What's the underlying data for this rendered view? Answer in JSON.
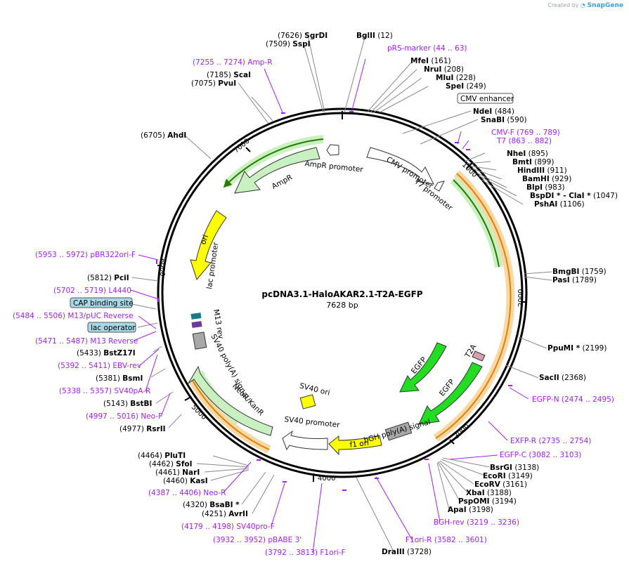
{
  "credit": {
    "prefix": "Created by",
    "brand": "SnapGene"
  },
  "plasmid": {
    "name": "pcDNA3.1-HaloAKAR2.1-T2A-EGFP",
    "length_label": "7628 bp",
    "length": 7628
  },
  "ticks": [
    "1000",
    "2000",
    "3000",
    "4000",
    "5000",
    "6000",
    "7000"
  ],
  "enzymes": [
    {
      "name": "SgrDI",
      "pos": "(7626)"
    },
    {
      "name": "SspI",
      "pos": "(7509)"
    },
    {
      "name": "BglII",
      "pos": "(12)"
    },
    {
      "name": "MfeI",
      "pos": "(161)"
    },
    {
      "name": "NruI",
      "pos": "(208)"
    },
    {
      "name": "MluI",
      "pos": "(228)"
    },
    {
      "name": "SpeI",
      "pos": "(249)"
    },
    {
      "name": "NdeI",
      "pos": "(484)"
    },
    {
      "name": "SnaBI",
      "pos": "(590)"
    },
    {
      "name": "ScaI",
      "pos": "(7185)"
    },
    {
      "name": "PvuI",
      "pos": "(7075)"
    },
    {
      "name": "AhdI",
      "pos": "(6705)"
    },
    {
      "name": "NheI",
      "pos": "(895)"
    },
    {
      "name": "BmtI",
      "pos": "(899)"
    },
    {
      "name": "HindIII",
      "pos": "(911)"
    },
    {
      "name": "BamHI",
      "pos": "(929)"
    },
    {
      "name": "BlpI",
      "pos": "(983)"
    },
    {
      "name": "BspDI * - ClaI *",
      "pos": "(1047)"
    },
    {
      "name": "PshAI",
      "pos": "(1106)"
    },
    {
      "name": "BmgBI",
      "pos": "(1759)"
    },
    {
      "name": "PasI",
      "pos": "(1789)"
    },
    {
      "name": "PciI",
      "pos": "(5812)"
    },
    {
      "name": "PpuMI *",
      "pos": "(2199)"
    },
    {
      "name": "SacII",
      "pos": "(2368)"
    },
    {
      "name": "BstZ17I",
      "pos": "(5433)"
    },
    {
      "name": "BsmI",
      "pos": "(5381)"
    },
    {
      "name": "BstBI",
      "pos": "(5143)"
    },
    {
      "name": "RsrII",
      "pos": "(4977)"
    },
    {
      "name": "PluTI",
      "pos": "(4464)"
    },
    {
      "name": "SfoI",
      "pos": "(4462)"
    },
    {
      "name": "NarI",
      "pos": "(4461)"
    },
    {
      "name": "KasI",
      "pos": "(4460)"
    },
    {
      "name": "BsrGI",
      "pos": "(3138)"
    },
    {
      "name": "EcoRI",
      "pos": "(3149)"
    },
    {
      "name": "EcoRV",
      "pos": "(3161)"
    },
    {
      "name": "XbaI",
      "pos": "(3188)"
    },
    {
      "name": "PspOMI",
      "pos": "(3194)"
    },
    {
      "name": "ApaI",
      "pos": "(3198)"
    },
    {
      "name": "BsaBI *",
      "pos": "(4320)"
    },
    {
      "name": "AvrII",
      "pos": "(4251)"
    },
    {
      "name": "DraIII",
      "pos": "(3728)"
    }
  ],
  "primers": [
    {
      "name": "pRS-marker",
      "range": "(44 .. 63)"
    },
    {
      "name": "Amp-R",
      "range": "(7255 .. 7274)"
    },
    {
      "name": "CMV-F",
      "range": "(769 .. 789)"
    },
    {
      "name": "T7",
      "range": "(863 .. 882)"
    },
    {
      "name": "pBR322ori-F",
      "range": "(5953 .. 5972)"
    },
    {
      "name": "L4440",
      "range": "(5702 .. 5719)"
    },
    {
      "name": "M13/pUC Reverse",
      "range": "(5484 .. 5506)"
    },
    {
      "name": "M13 Reverse",
      "range": "(5471 .. 5487)"
    },
    {
      "name": "EBV-rev",
      "range": "(5392 .. 5411)"
    },
    {
      "name": "SV40pA-R",
      "range": "(5338 .. 5357)"
    },
    {
      "name": "Neo-F",
      "range": "(4997 .. 5016)"
    },
    {
      "name": "EGFP-N",
      "range": "(2474 .. 2495)"
    },
    {
      "name": "EXFP-R",
      "range": "(2735 .. 2754)"
    },
    {
      "name": "EGFP-C",
      "range": "(3082 .. 3103)"
    },
    {
      "name": "Neo-R",
      "range": "(4387 .. 4406)"
    },
    {
      "name": "SV40pro-F",
      "range": "(4179 .. 4198)"
    },
    {
      "name": "pBABE 3'",
      "range": "(3932 .. 3952)"
    },
    {
      "name": "F1ori-F",
      "range": "(3792 .. 3813)"
    },
    {
      "name": "F1ori-R",
      "range": "(3582 .. 3601)"
    },
    {
      "name": "BGH-rev",
      "range": "(3219 .. 3236)"
    }
  ],
  "boxed_features": [
    "CMV enhancer",
    "CAP binding site",
    "lac operator"
  ],
  "features": [
    "AmpR promoter",
    "AmpR",
    "CMV promoter",
    "T7 promoter",
    "ori",
    "lac promoter",
    "M13 rev",
    "SV40 poly(A) signal",
    "NeoR/KanR",
    "SV40 ori",
    "SV40 promoter",
    "f1 ori",
    "bGH poly(A) signal",
    "EGFP",
    "EGFP",
    "T2A"
  ],
  "colors": {
    "ring": "#000000",
    "enzyme_line": "#888888",
    "primer": "#a020f0",
    "orf_light": "#c8f0c0",
    "orf_bright": "#22dd22",
    "ori_yellow": "#ffff00",
    "gray_feature": "#a8a8a8",
    "box_fill": "#a6d8e6",
    "orange_track": "#f5a623"
  }
}
